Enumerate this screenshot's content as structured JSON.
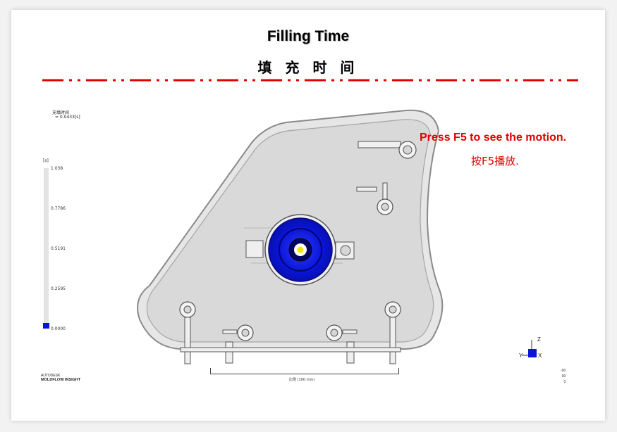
{
  "header": {
    "title_en": "Filling Time",
    "title_zh": "填 充 时 间"
  },
  "result_legend": {
    "name": "充填时间",
    "value": "= 0.0433[s]",
    "unit": "[s]",
    "ticks": [
      "1.038",
      "0.7786",
      "0.5191",
      "0.2595",
      "0.0000"
    ],
    "min_color": "#0a14d6"
  },
  "instruction": {
    "en": "Press F5 to see the motion.",
    "zh": "按F5播放."
  },
  "branding": {
    "line1": "AUTODESK",
    "line2": "MOLDFLOW INSIGHT"
  },
  "scale": {
    "label": "比例 (100 mm)"
  },
  "axes": {
    "z": "Z",
    "y": "Y",
    "x": "X"
  },
  "view_angles": [
    "-90",
    "90",
    "0"
  ],
  "colors": {
    "accent_red": "#e00000",
    "fill_blue": "#0a14d6",
    "gate_yellow": "#f5e600"
  }
}
